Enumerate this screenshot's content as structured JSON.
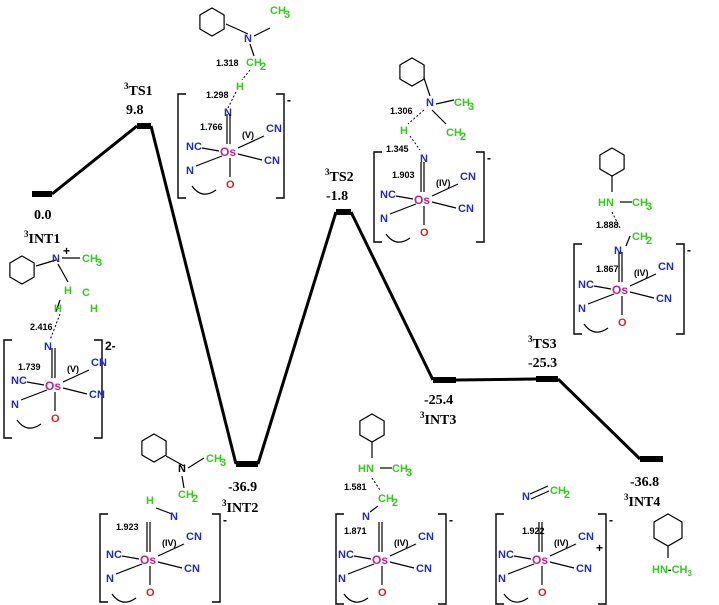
{
  "profile": {
    "levels": [
      {
        "id": "int1",
        "label": "INT1",
        "sup": "3",
        "energy": "0.0"
      },
      {
        "id": "ts1",
        "label": "TS1",
        "sup": "3",
        "energy": "9.8"
      },
      {
        "id": "int2",
        "label": "INT2",
        "sup": "3",
        "energy": "-36.9"
      },
      {
        "id": "ts2",
        "label": "TS2",
        "sup": "3",
        "energy": "-1.8"
      },
      {
        "id": "int3",
        "label": "INT3",
        "sup": "3",
        "energy": "-25.4"
      },
      {
        "id": "ts3",
        "label": "TS3",
        "sup": "3",
        "energy": "-25.3"
      },
      {
        "id": "int4",
        "label": "INT4",
        "sup": "3",
        "energy": "-36.8"
      }
    ]
  },
  "structures": [
    {
      "id": "s-int1",
      "distances": [
        "2.416",
        "1.739"
      ],
      "oxidation": "(V)",
      "charge": "2-"
    },
    {
      "id": "s-ts1",
      "distances": [
        "1.318",
        "1.298",
        "1.766"
      ],
      "oxidation": "(V)",
      "charge": "-"
    },
    {
      "id": "s-int2",
      "distances": [
        "1.923"
      ],
      "oxidation": "(IV)",
      "charge": "-"
    },
    {
      "id": "s-ts2",
      "distances": [
        "1.306",
        "1.345",
        "1.903"
      ],
      "oxidation": "(IV)",
      "charge": "-"
    },
    {
      "id": "s-int3",
      "distances": [
        "1.581",
        "1.871"
      ],
      "oxidation": "(IV)",
      "charge": "-"
    },
    {
      "id": "s-ts3",
      "distances": [
        "1.888",
        "1.867"
      ],
      "oxidation": "(IV)",
      "charge": "-"
    },
    {
      "id": "s-int4",
      "distances": [
        "1.922"
      ],
      "oxidation": "(IV)",
      "charge": "-"
    }
  ],
  "atoms": {
    "os": "Os",
    "n": "N",
    "o": "O",
    "nc": "NC",
    "cn": "CN",
    "h": "H",
    "c": "C",
    "ch2": "CH",
    "ch3": "CH",
    "hn": "HN",
    "sub": "2",
    "sub3": "3",
    "plus": "+"
  },
  "plus_sign": "+",
  "colors": {
    "line": "#000000",
    "nitrogen": "#1f2dbf",
    "oxygen": "#e0201a",
    "osmium": "#c0208a",
    "hydrogen": "#33cc1a"
  }
}
